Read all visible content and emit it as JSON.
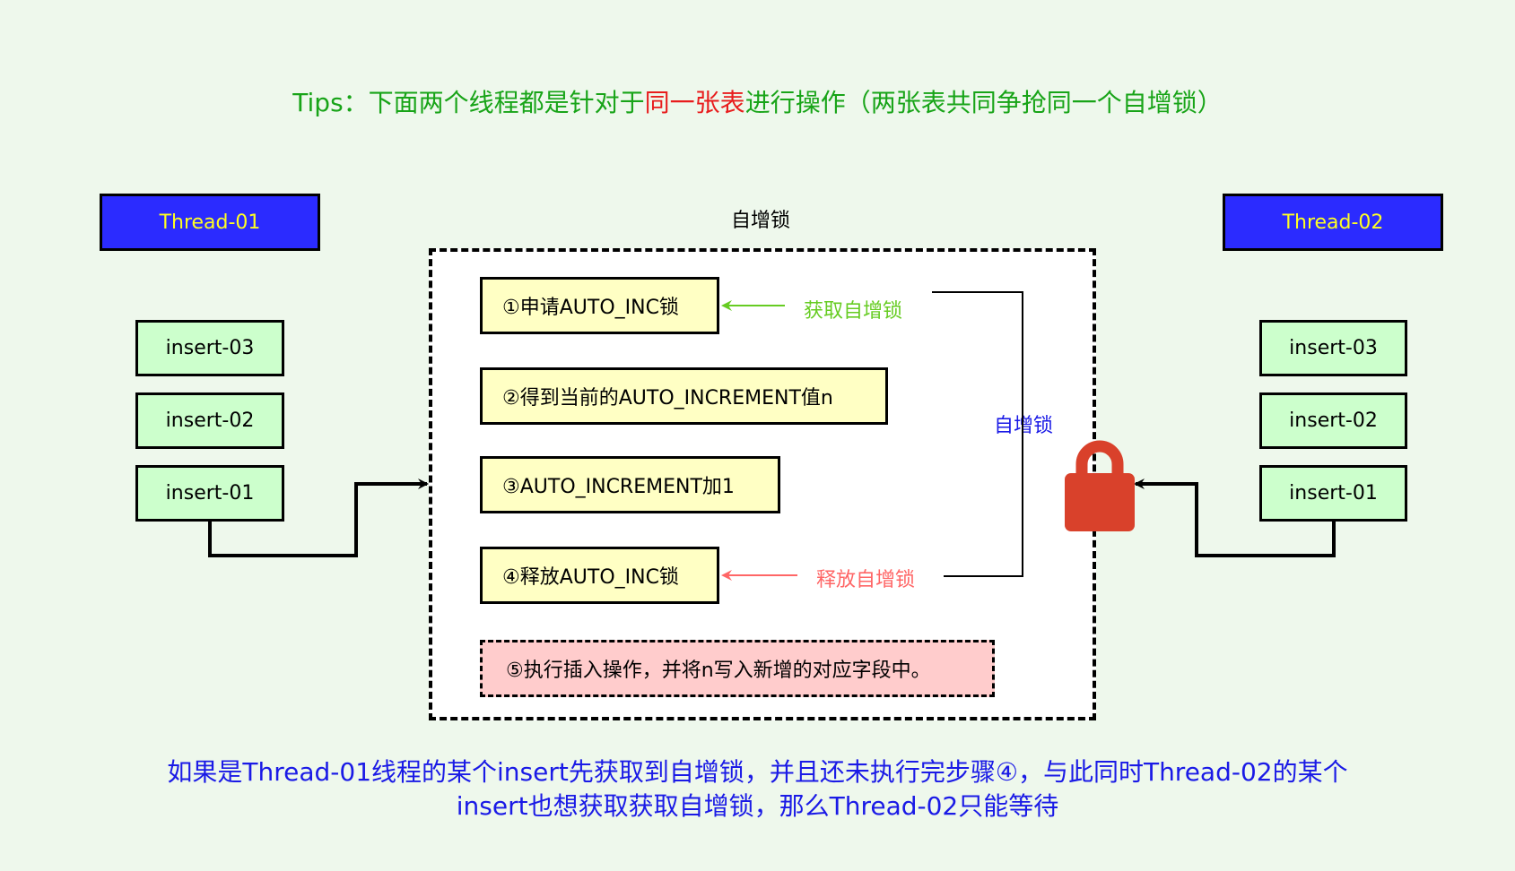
{
  "tips": {
    "prefix": "Tips：下面两个线程都是针对于",
    "highlight": "同一张表",
    "suffix": "进行操作（两张表共同争抢同一个自增锁）"
  },
  "thread1": {
    "label": "Thread-01",
    "inserts": [
      "insert-03",
      "insert-02",
      "insert-01"
    ]
  },
  "thread2": {
    "label": "Thread-02",
    "inserts": [
      "insert-03",
      "insert-02",
      "insert-01"
    ]
  },
  "lock_box": {
    "title": "自增锁",
    "steps": [
      "①申请AUTO_INC锁",
      "②得到当前的AUTO_INCREMENT值n",
      "③AUTO_INCREMENT加1",
      "④释放AUTO_INC锁"
    ],
    "step5": "⑤执行插入操作，并将n写入新增的对应字段中。"
  },
  "annotations": {
    "acquire": "获取自增锁",
    "release": "释放自增锁",
    "bracket": "自增锁"
  },
  "bottom": {
    "line1": "如果是Thread-01线程的某个insert先获取到自增锁，并且还未执行完步骤④，与此同时Thread-02的某个",
    "line2": "insert也想获取获取自增锁，那么Thread-02只能等待"
  },
  "colors": {
    "background": "#eef8ec",
    "tips": "#18a418",
    "highlight": "#e81c1c",
    "thread_fill": "#2b2bff",
    "thread_text": "#ffff22",
    "insert_fill": "#ccffcc",
    "step_fill": "#ffffc4",
    "step5_fill": "#ffcccc",
    "acquire": "#66cc22",
    "release": "#ff6666",
    "bracket_label": "#1a1ae6",
    "lock": "#d9412b",
    "bottom_text": "#1a1ae6"
  },
  "icons": {
    "lock": "padlock-icon"
  }
}
